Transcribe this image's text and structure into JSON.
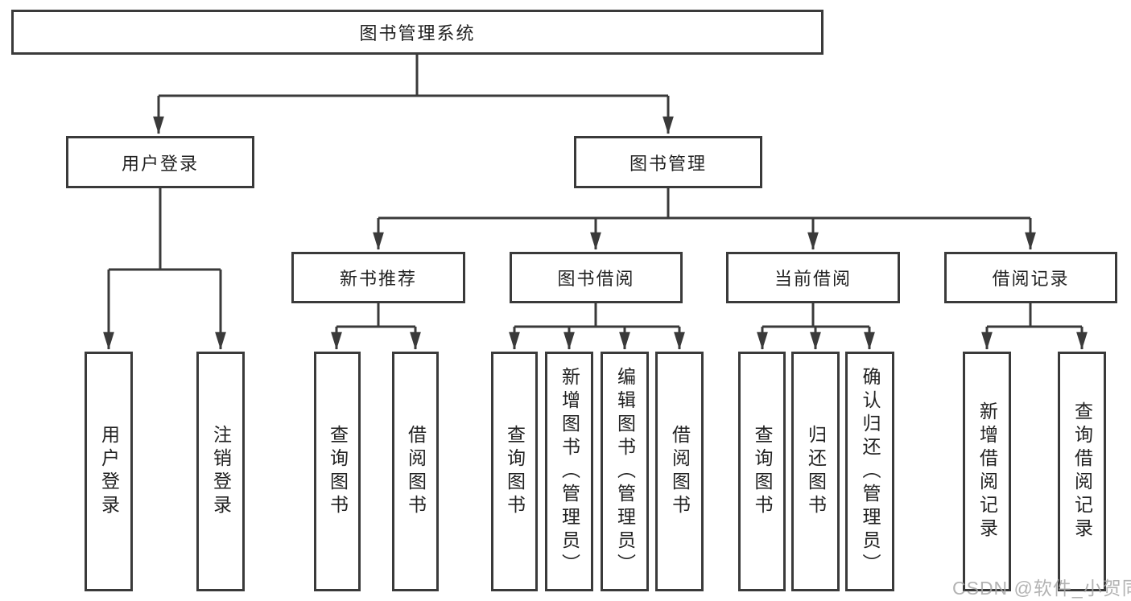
{
  "colors": {
    "line": "#3a3a3a",
    "box_border": "#3a3a3a",
    "box_background": "#ffffff",
    "text": "#222222",
    "watermark": "#a6a6a6"
  },
  "watermark": {
    "text": "CSDN @软件_小贺同学"
  },
  "tree": {
    "root": {
      "label": "图书管理系统"
    },
    "branches": [
      {
        "label": "用户登录",
        "children": [
          {
            "label": "用户登录"
          },
          {
            "label": "注销登录"
          }
        ]
      },
      {
        "label": "图书管理",
        "sections": [
          {
            "label": "新书推荐",
            "children": [
              {
                "label": "查询图书"
              },
              {
                "label": "借阅图书"
              }
            ]
          },
          {
            "label": "图书借阅",
            "children": [
              {
                "label": "查询图书"
              },
              {
                "label": "新增图书（管理员）"
              },
              {
                "label": "编辑图书（管理员）"
              },
              {
                "label": "借阅图书"
              }
            ]
          },
          {
            "label": "当前借阅",
            "children": [
              {
                "label": "查询图书"
              },
              {
                "label": "归还图书"
              },
              {
                "label": "确认归还（管理员）"
              }
            ]
          },
          {
            "label": "借阅记录",
            "children": [
              {
                "label": "新增借阅记录"
              },
              {
                "label": "查询借阅记录"
              }
            ]
          }
        ]
      }
    ]
  }
}
